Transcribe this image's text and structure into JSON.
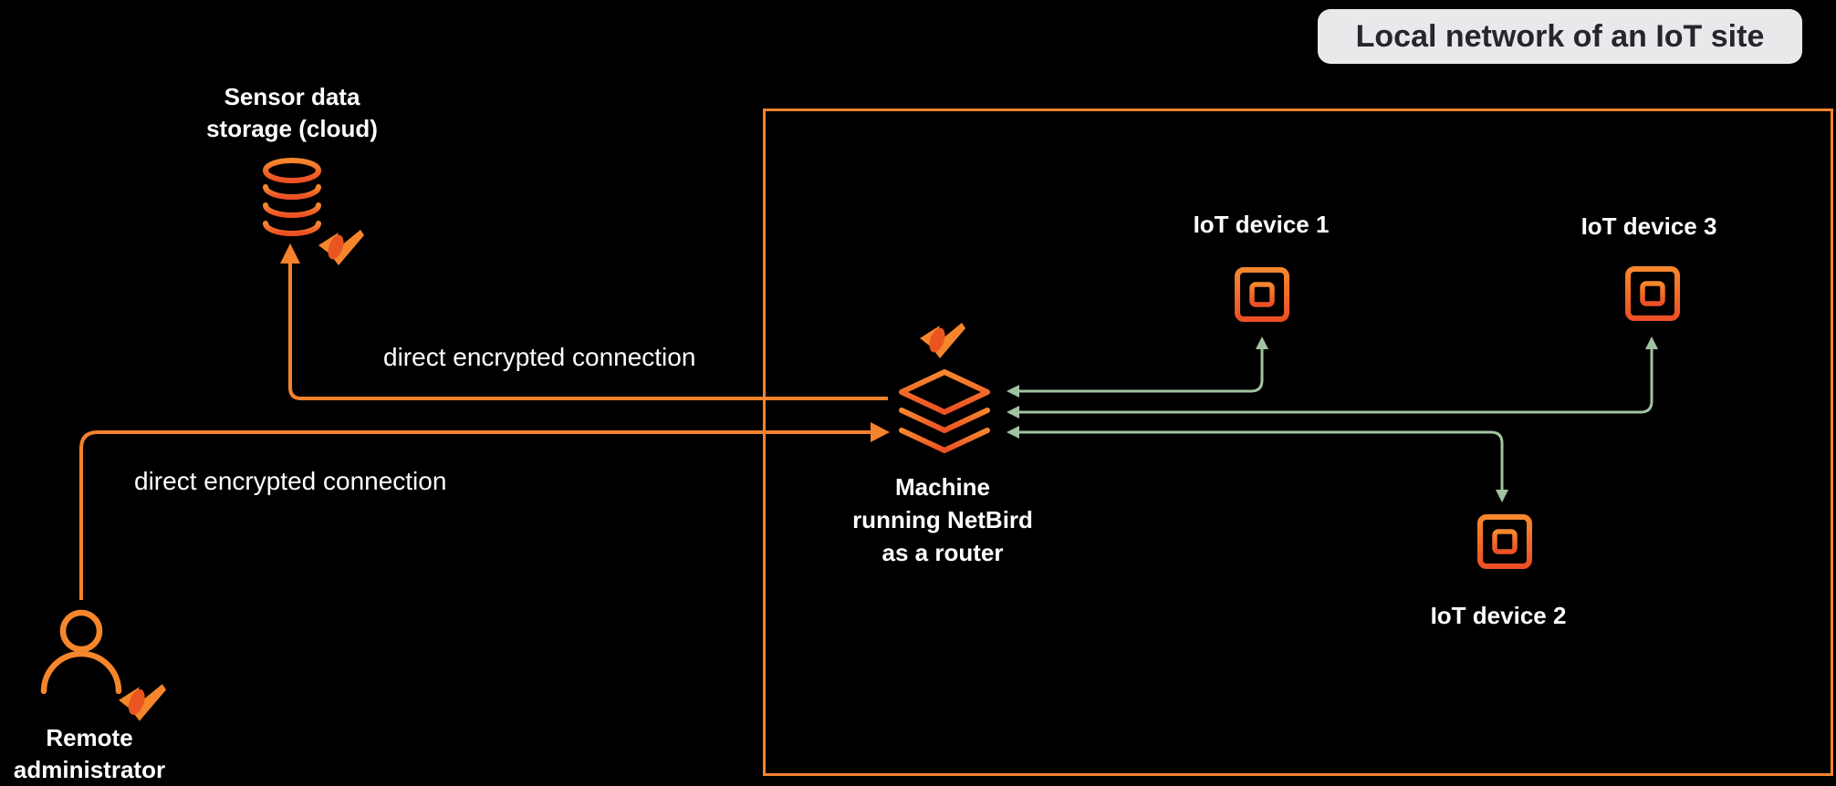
{
  "title_box": {
    "label": "Local network of an IoT site"
  },
  "colors": {
    "background": "#000000",
    "connection_orange": "#F5822D",
    "connection_green": "#A1C3A2",
    "icon_gradient_top": "#F6872E",
    "icon_gradient_bottom": "#EC5024",
    "logo_light": "#F6862C",
    "logo_dark": "#EB5522",
    "title_box_bg": "#E9E9EB",
    "title_text": "#26262C",
    "label_text": "#FFFFFF",
    "network_border": "#F5822D"
  },
  "nodes": {
    "sensor_storage": {
      "label_lines": [
        "Sensor data",
        "storage (cloud)"
      ],
      "icon": "database-icon",
      "brand_icon": "netbird-logo-icon"
    },
    "remote_admin": {
      "label_lines": [
        "Remote",
        "administrator"
      ],
      "icon": "person-icon",
      "brand_icon": "netbird-logo-icon"
    },
    "netbird_machine": {
      "label_lines": [
        "Machine",
        "running NetBird",
        "as a router"
      ],
      "icon": "layers-icon",
      "brand_icon": "netbird-logo-icon"
    },
    "iot_device_1": {
      "label": "IoT device 1",
      "icon": "chip-icon"
    },
    "iot_device_2": {
      "label": "IoT device 2",
      "icon": "chip-icon"
    },
    "iot_device_3": {
      "label": "IoT device 3",
      "icon": "chip-icon"
    }
  },
  "connections": [
    {
      "from": "netbird_machine",
      "to": "sensor_storage",
      "label": "direct encrypted connection",
      "color": "orange"
    },
    {
      "from": "remote_admin",
      "to": "netbird_machine",
      "label": "direct encrypted connection",
      "color": "orange"
    },
    {
      "from": "iot_device_1",
      "to": "netbird_machine",
      "label": "",
      "color": "green",
      "bidirectional": true
    },
    {
      "from": "iot_device_3",
      "to": "netbird_machine",
      "label": "",
      "color": "green",
      "bidirectional": true
    },
    {
      "from": "iot_device_2",
      "to": "netbird_machine",
      "label": "",
      "color": "green",
      "bidirectional": true
    }
  ]
}
